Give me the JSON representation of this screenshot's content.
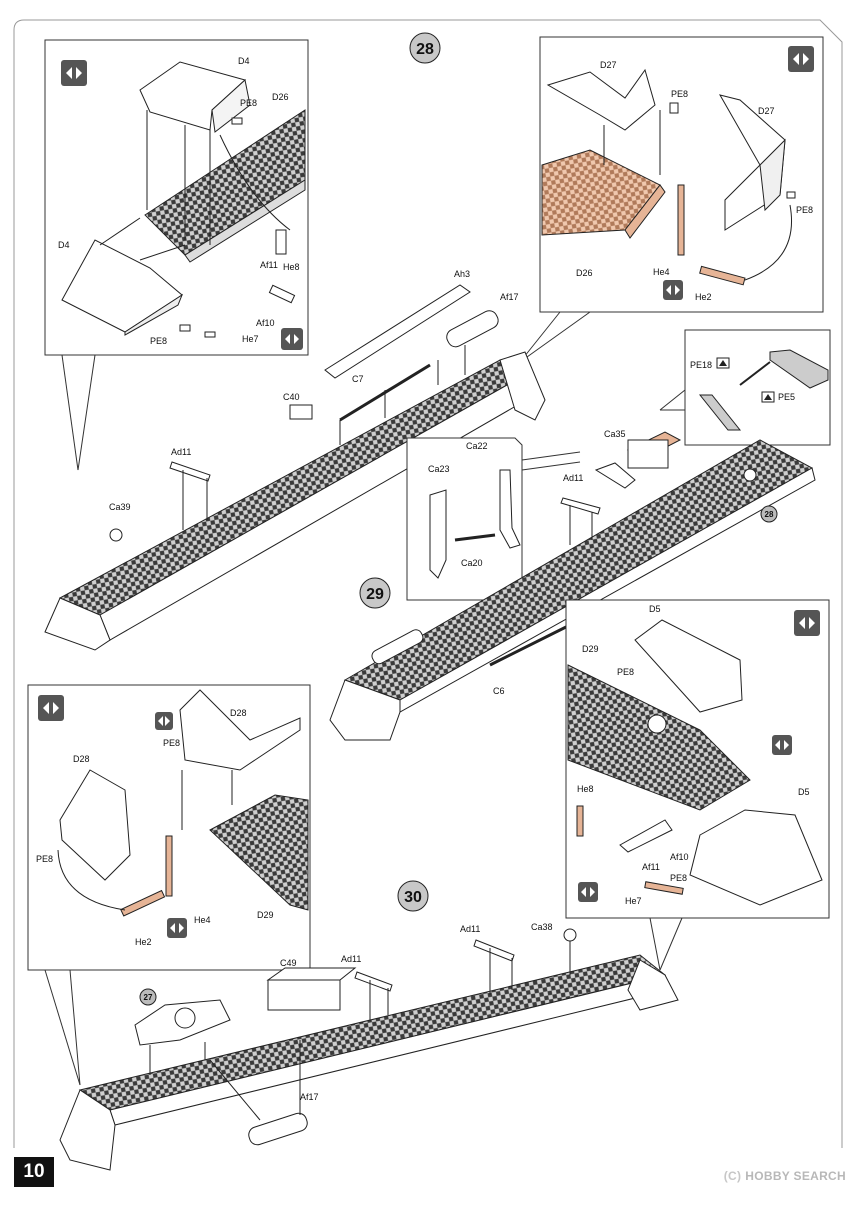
{
  "page": {
    "number": "10"
  },
  "watermark": {
    "icon": "hobbysearch-logo-icon",
    "text": "HOBBY SEARCH",
    "prefix": "(C)"
  },
  "steps": [
    {
      "number": "28"
    },
    {
      "number": "29"
    },
    {
      "number": "30"
    }
  ],
  "refs": {
    "step28": "28",
    "step27": "27"
  },
  "labels": {
    "D4": "D4",
    "PE8": "PE8",
    "D26": "D26",
    "He8": "He8",
    "Af11": "Af11",
    "Af10": "Af10",
    "He7": "He7",
    "D27": "D27",
    "He4": "He4",
    "He2": "He2",
    "Ah3": "Ah3",
    "Af17": "Af17",
    "C40": "C40",
    "C7": "C7",
    "Ad11": "Ad11",
    "Ca39": "Ca39",
    "PE18": "PE18",
    "PE5": "PE5",
    "Ca35": "Ca35",
    "Ca22": "Ca22",
    "Ca23": "Ca23",
    "Ca20": "Ca20",
    "C6": "C6",
    "D5": "D5",
    "D29": "D29",
    "D28": "D28",
    "Ca38": "Ca38",
    "C49": "C49"
  },
  "colors": {
    "copper": "#e6b496",
    "line": "#222222",
    "mesh": "#2a2a2a",
    "frame": "#444444"
  }
}
